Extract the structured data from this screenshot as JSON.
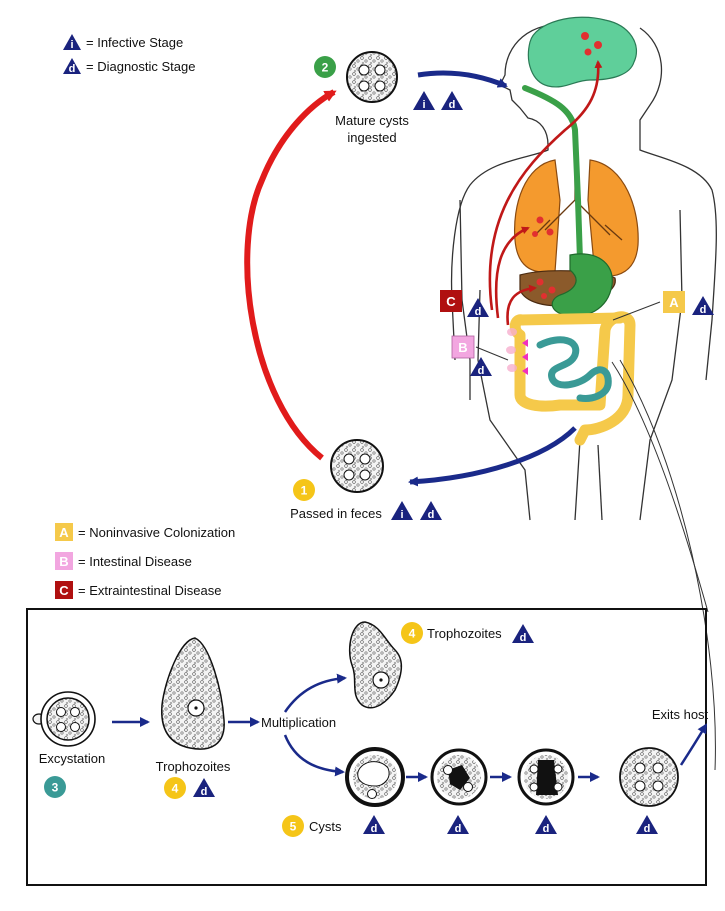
{
  "legend_stages": {
    "infective_letter": "i",
    "infective_label": "= Infective Stage",
    "diagnostic_letter": "d",
    "diagnostic_label": "= Diagnostic Stage"
  },
  "cycle": {
    "step1_num": "1",
    "step1_label": "Passed in feces",
    "step2_num": "2",
    "step2_label_line1": "Mature cysts",
    "step2_label_line2": "ingested"
  },
  "disease_markers": {
    "a_letter": "A",
    "b_letter": "B",
    "c_letter": "C"
  },
  "legend_disease": {
    "a_letter": "A",
    "a_label": "= Noninvasive Colonization",
    "b_letter": "B",
    "b_label": "= Intestinal Disease",
    "c_letter": "C",
    "c_label": "= Extraintestinal Disease"
  },
  "inset": {
    "excystation": "Excystation",
    "step3_num": "3",
    "trophozoites_label": "Trophozoites",
    "step4_num": "4",
    "multiplication": "Multiplication",
    "trophozoites_top_label": "Trophozoites",
    "step4b_num": "4",
    "cysts_label": "Cysts",
    "step5_num": "5",
    "exits_host": "Exits host"
  },
  "colors": {
    "infective_blue": "#1a237e",
    "cycle_red": "#e11b1b",
    "cycle_blue": "#1a2a8a",
    "yellow_num": "#f5c518",
    "green_num": "#3aa048",
    "teal_num": "#3a9a96",
    "noninvasive_yellow": "#f5c94a",
    "intestinal_pink": "#f2a6e0",
    "extraintestinal_red": "#b01010"
  }
}
